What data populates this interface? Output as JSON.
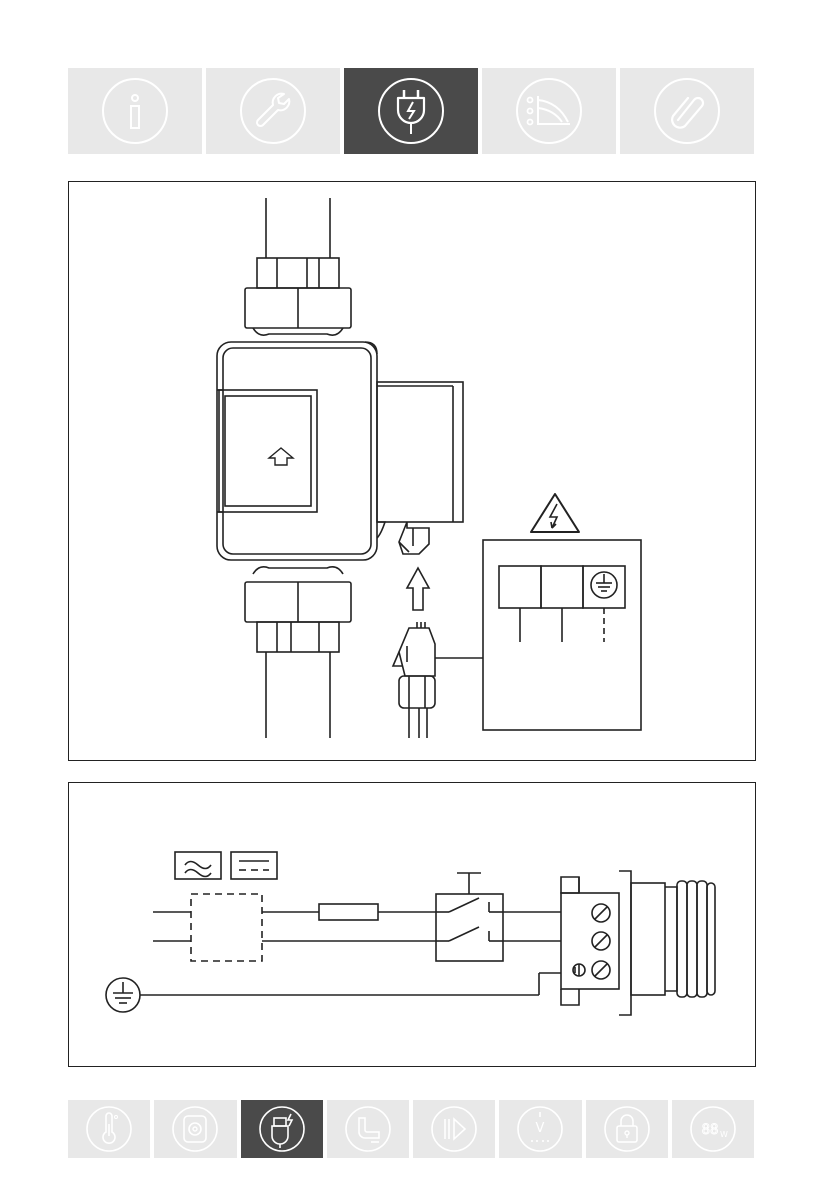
{
  "top_tabs": [
    {
      "icon": "info-icon",
      "active": false
    },
    {
      "icon": "wrench-icon",
      "active": false
    },
    {
      "icon": "electrical-plug-icon",
      "active": true
    },
    {
      "icon": "curve-settings-icon",
      "active": false
    },
    {
      "icon": "paperclip-icon",
      "active": false
    }
  ],
  "bottom_tabs": [
    {
      "icon": "thermometer-icon",
      "active": false
    },
    {
      "icon": "circulation-icon",
      "active": false
    },
    {
      "icon": "pump-power-icon",
      "active": true
    },
    {
      "icon": "pipe-icon",
      "active": false
    },
    {
      "icon": "play-icon",
      "active": false
    },
    {
      "icon": "volume-icon",
      "active": false
    },
    {
      "icon": "lock-icon",
      "active": false
    },
    {
      "icon": "display-88w-icon",
      "active": false
    }
  ],
  "bottom_tab_texts": {
    "volume": "V",
    "display": "88",
    "unit": "W"
  },
  "colors": {
    "tab_bg": "#e8e8e8",
    "tab_active": "#4a4a4a",
    "icon_line": "#ffffff",
    "drawing_line": "#222222"
  }
}
